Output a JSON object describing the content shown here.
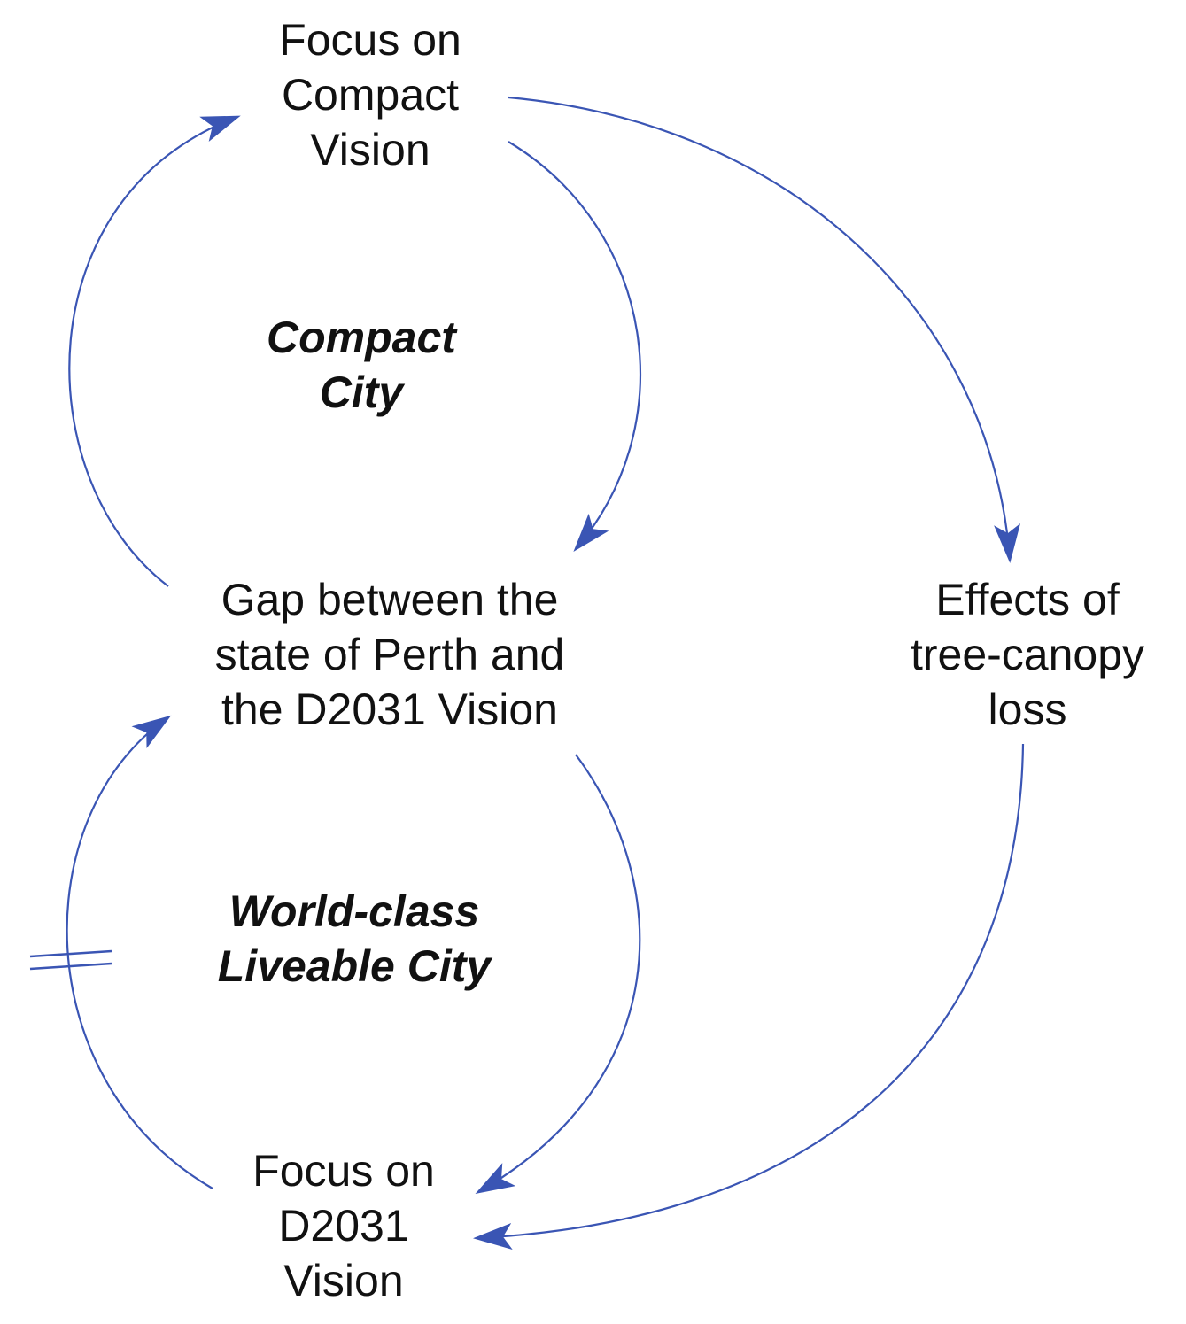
{
  "diagram": {
    "colors": {
      "arrow": "#3a55b4",
      "text": "#111111",
      "background": "#ffffff"
    },
    "nodes": {
      "focus_compact": {
        "lines": [
          "Focus on",
          "Compact",
          "Vision"
        ]
      },
      "gap": {
        "lines": [
          "Gap between the",
          "state of Perth and",
          "the D2031 Vision"
        ]
      },
      "effects": {
        "lines": [
          "Effects of",
          "tree-canopy",
          "loss"
        ]
      },
      "focus_d2031": {
        "lines": [
          "Focus on",
          "D2031",
          "Vision"
        ]
      }
    },
    "loops": {
      "compact_city": {
        "lines": [
          "Compact",
          "City"
        ]
      },
      "world_class": {
        "lines": [
          "World-class",
          "Liveable City"
        ]
      }
    },
    "links": [
      {
        "from": "gap",
        "to": "focus_compact",
        "delay": false
      },
      {
        "from": "focus_compact",
        "to": "gap",
        "delay": false
      },
      {
        "from": "focus_compact",
        "to": "effects",
        "delay": false
      },
      {
        "from": "effects",
        "to": "focus_d2031",
        "delay": false
      },
      {
        "from": "gap",
        "to": "focus_d2031",
        "delay": false
      },
      {
        "from": "focus_d2031",
        "to": "gap",
        "delay": true
      }
    ]
  }
}
